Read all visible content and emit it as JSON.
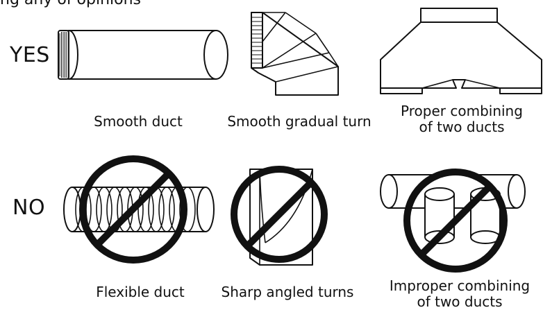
{
  "header_text": "ng any of opinions",
  "rows": {
    "yes_label": "YES",
    "no_label": "NO"
  },
  "captions": {
    "smooth_duct": "Smooth duct",
    "smooth_turn": "Smooth gradual turn",
    "proper_combining_line1": "Proper combining",
    "proper_combining_line2": "of two ducts",
    "flexible_duct": "Flexible duct",
    "sharp_turns": "Sharp angled turns",
    "improper_combining_line1": "Improper combining",
    "improper_combining_line2": "of two ducts"
  },
  "icons": {
    "prohibited": "prohibition-circle-icon"
  }
}
